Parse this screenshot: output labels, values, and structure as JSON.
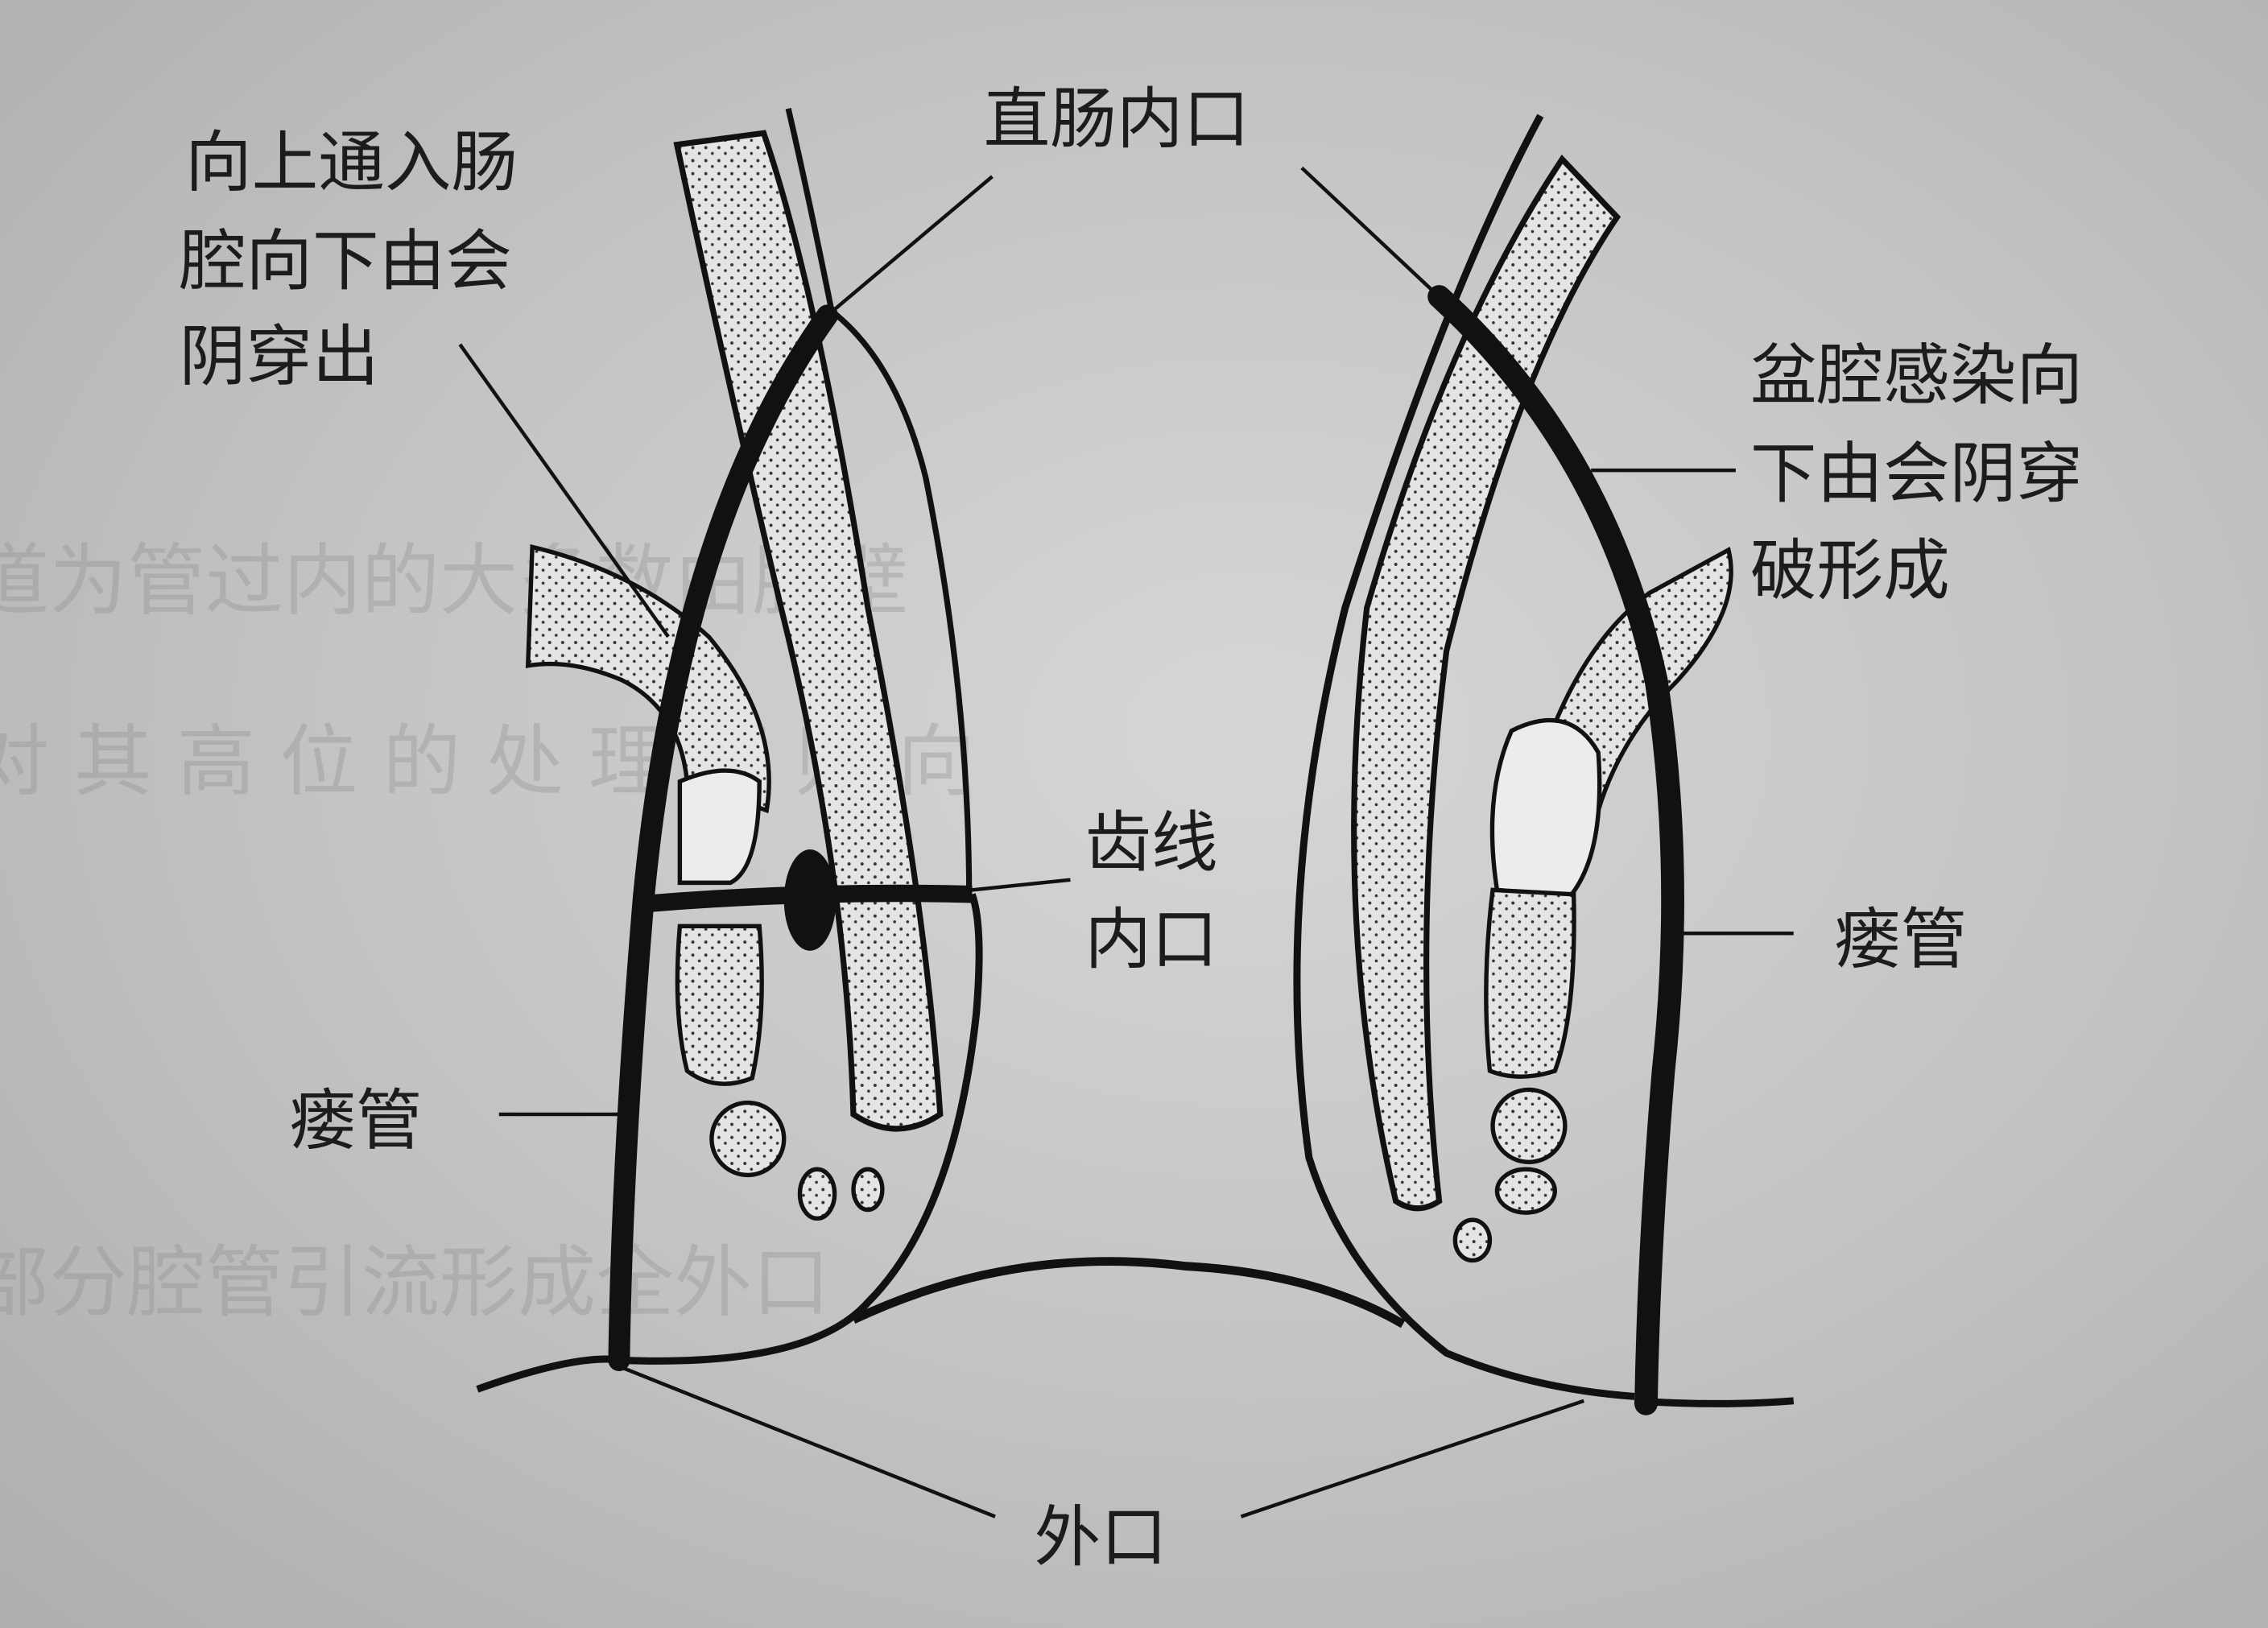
{
  "figure": {
    "type": "anatomical diagram",
    "subject": "anal fistula tracts (coronal section)",
    "background": "#c8c8c8",
    "line_color": "#111111"
  },
  "labels": {
    "top_left": [
      "向上通入肠",
      "腔向下由会",
      "阴穿出"
    ],
    "top_center": "直肠内口",
    "right_upper": [
      "盆腔感染向",
      "下由会阴穿",
      "破形成"
    ],
    "center": [
      "齿线",
      "内口"
    ],
    "left_fistula": "瘘管",
    "right_fistula": "瘘管",
    "bottom": "外口"
  }
}
